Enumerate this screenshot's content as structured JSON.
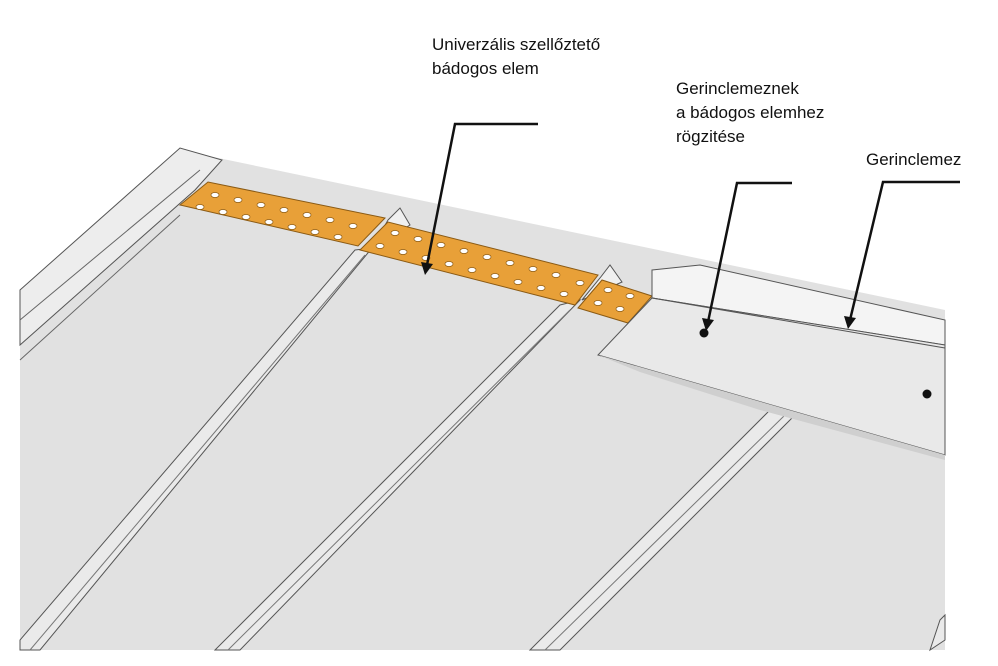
{
  "labels": {
    "ventilation": "Univerzális szellőztető\nbádogos elem",
    "fixing": "Gerinclemeznek\na bádogos elemhez\nrögzitése",
    "ridge": "Gerinclemez"
  },
  "colors": {
    "orange": "#E8A038",
    "orange_dark": "#C97E1E",
    "panel": "#E4E4E4",
    "panel_light": "#F2F2F2",
    "line": "#555555",
    "leader": "#111111"
  }
}
